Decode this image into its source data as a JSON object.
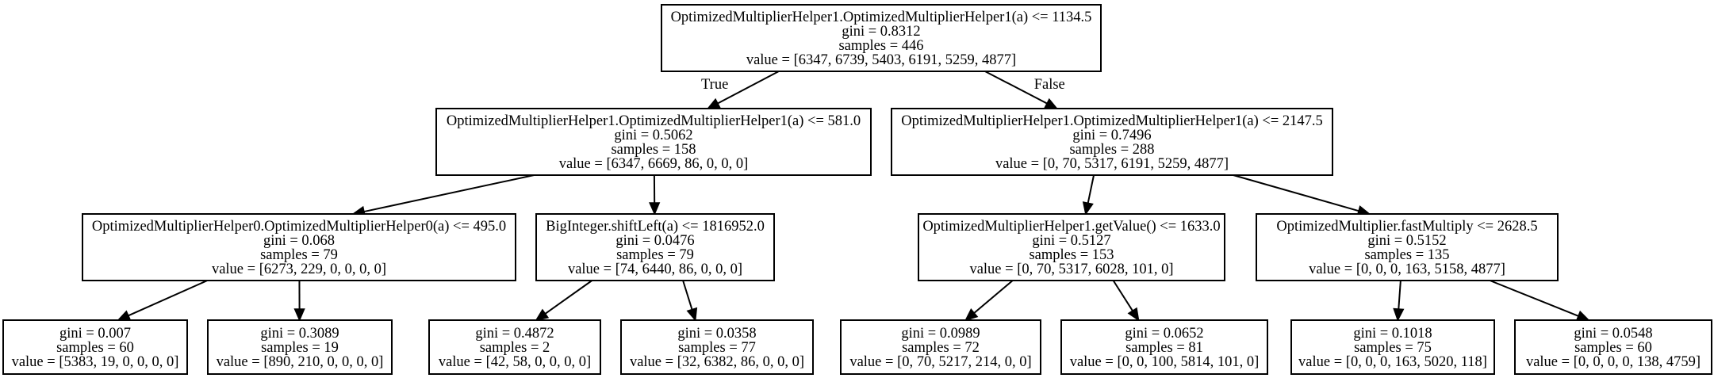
{
  "nodes": [
    {
      "id": "n0",
      "lines": [
        "OptimizedMultiplierHelper1.OptimizedMultiplierHelper1(a) <= 1134.5",
        "gini = 0.8312",
        "samples = 446",
        "value = [6347, 6739, 5403, 6191, 5259, 4877]"
      ]
    },
    {
      "id": "n1",
      "lines": [
        "OptimizedMultiplierHelper1.OptimizedMultiplierHelper1(a) <= 581.0",
        "gini = 0.5062",
        "samples = 158",
        "value = [6347, 6669, 86, 0, 0, 0]"
      ]
    },
    {
      "id": "n2",
      "lines": [
        "OptimizedMultiplierHelper1.OptimizedMultiplierHelper1(a) <= 2147.5",
        "gini = 0.7496",
        "samples = 288",
        "value = [0, 70, 5317, 6191, 5259, 4877]"
      ]
    },
    {
      "id": "n3",
      "lines": [
        "OptimizedMultiplierHelper0.OptimizedMultiplierHelper0(a) <= 495.0",
        "gini = 0.068",
        "samples = 79",
        "value = [6273, 229, 0, 0, 0, 0]"
      ]
    },
    {
      "id": "n4",
      "lines": [
        "BigInteger.shiftLeft(a) <= 1816952.0",
        "gini = 0.0476",
        "samples = 79",
        "value = [74, 6440, 86, 0, 0, 0]"
      ]
    },
    {
      "id": "n5",
      "lines": [
        "OptimizedMultiplierHelper1.getValue() <= 1633.0",
        "gini = 0.5127",
        "samples = 153",
        "value = [0, 70, 5317, 6028, 101, 0]"
      ]
    },
    {
      "id": "n6",
      "lines": [
        "OptimizedMultiplier.fastMultiply <= 2628.5",
        "gini = 0.5152",
        "samples = 135",
        "value = [0, 0, 0, 163, 5158, 4877]"
      ]
    },
    {
      "id": "n7",
      "lines": [
        "gini = 0.007",
        "samples = 60",
        "value = [5383, 19, 0, 0, 0, 0]"
      ]
    },
    {
      "id": "n8",
      "lines": [
        "gini = 0.3089",
        "samples = 19",
        "value = [890, 210, 0, 0, 0, 0]"
      ]
    },
    {
      "id": "n9",
      "lines": [
        "gini = 0.4872",
        "samples = 2",
        "value = [42, 58, 0, 0, 0, 0]"
      ]
    },
    {
      "id": "n10",
      "lines": [
        "gini = 0.0358",
        "samples = 77",
        "value = [32, 6382, 86, 0, 0, 0]"
      ]
    },
    {
      "id": "n11",
      "lines": [
        "gini = 0.0989",
        "samples = 72",
        "value = [0, 70, 5217, 214, 0, 0]"
      ]
    },
    {
      "id": "n12",
      "lines": [
        "gini = 0.0652",
        "samples = 81",
        "value = [0, 0, 100, 5814, 101, 0]"
      ]
    },
    {
      "id": "n13",
      "lines": [
        "gini = 0.1018",
        "samples = 75",
        "value = [0, 0, 0, 163, 5020, 118]"
      ]
    },
    {
      "id": "n14",
      "lines": [
        "gini = 0.0548",
        "samples = 60",
        "value = [0, 0, 0, 0, 138, 4759]"
      ]
    }
  ],
  "edges": [
    {
      "from": "n0",
      "to": "n1",
      "label": "True"
    },
    {
      "from": "n0",
      "to": "n2",
      "label": "False"
    },
    {
      "from": "n1",
      "to": "n3",
      "label": ""
    },
    {
      "from": "n1",
      "to": "n4",
      "label": ""
    },
    {
      "from": "n2",
      "to": "n5",
      "label": ""
    },
    {
      "from": "n2",
      "to": "n6",
      "label": ""
    },
    {
      "from": "n3",
      "to": "n7",
      "label": ""
    },
    {
      "from": "n3",
      "to": "n8",
      "label": ""
    },
    {
      "from": "n4",
      "to": "n9",
      "label": ""
    },
    {
      "from": "n4",
      "to": "n10",
      "label": ""
    },
    {
      "from": "n5",
      "to": "n11",
      "label": ""
    },
    {
      "from": "n5",
      "to": "n12",
      "label": ""
    },
    {
      "from": "n6",
      "to": "n13",
      "label": ""
    },
    {
      "from": "n6",
      "to": "n14",
      "label": ""
    }
  ]
}
